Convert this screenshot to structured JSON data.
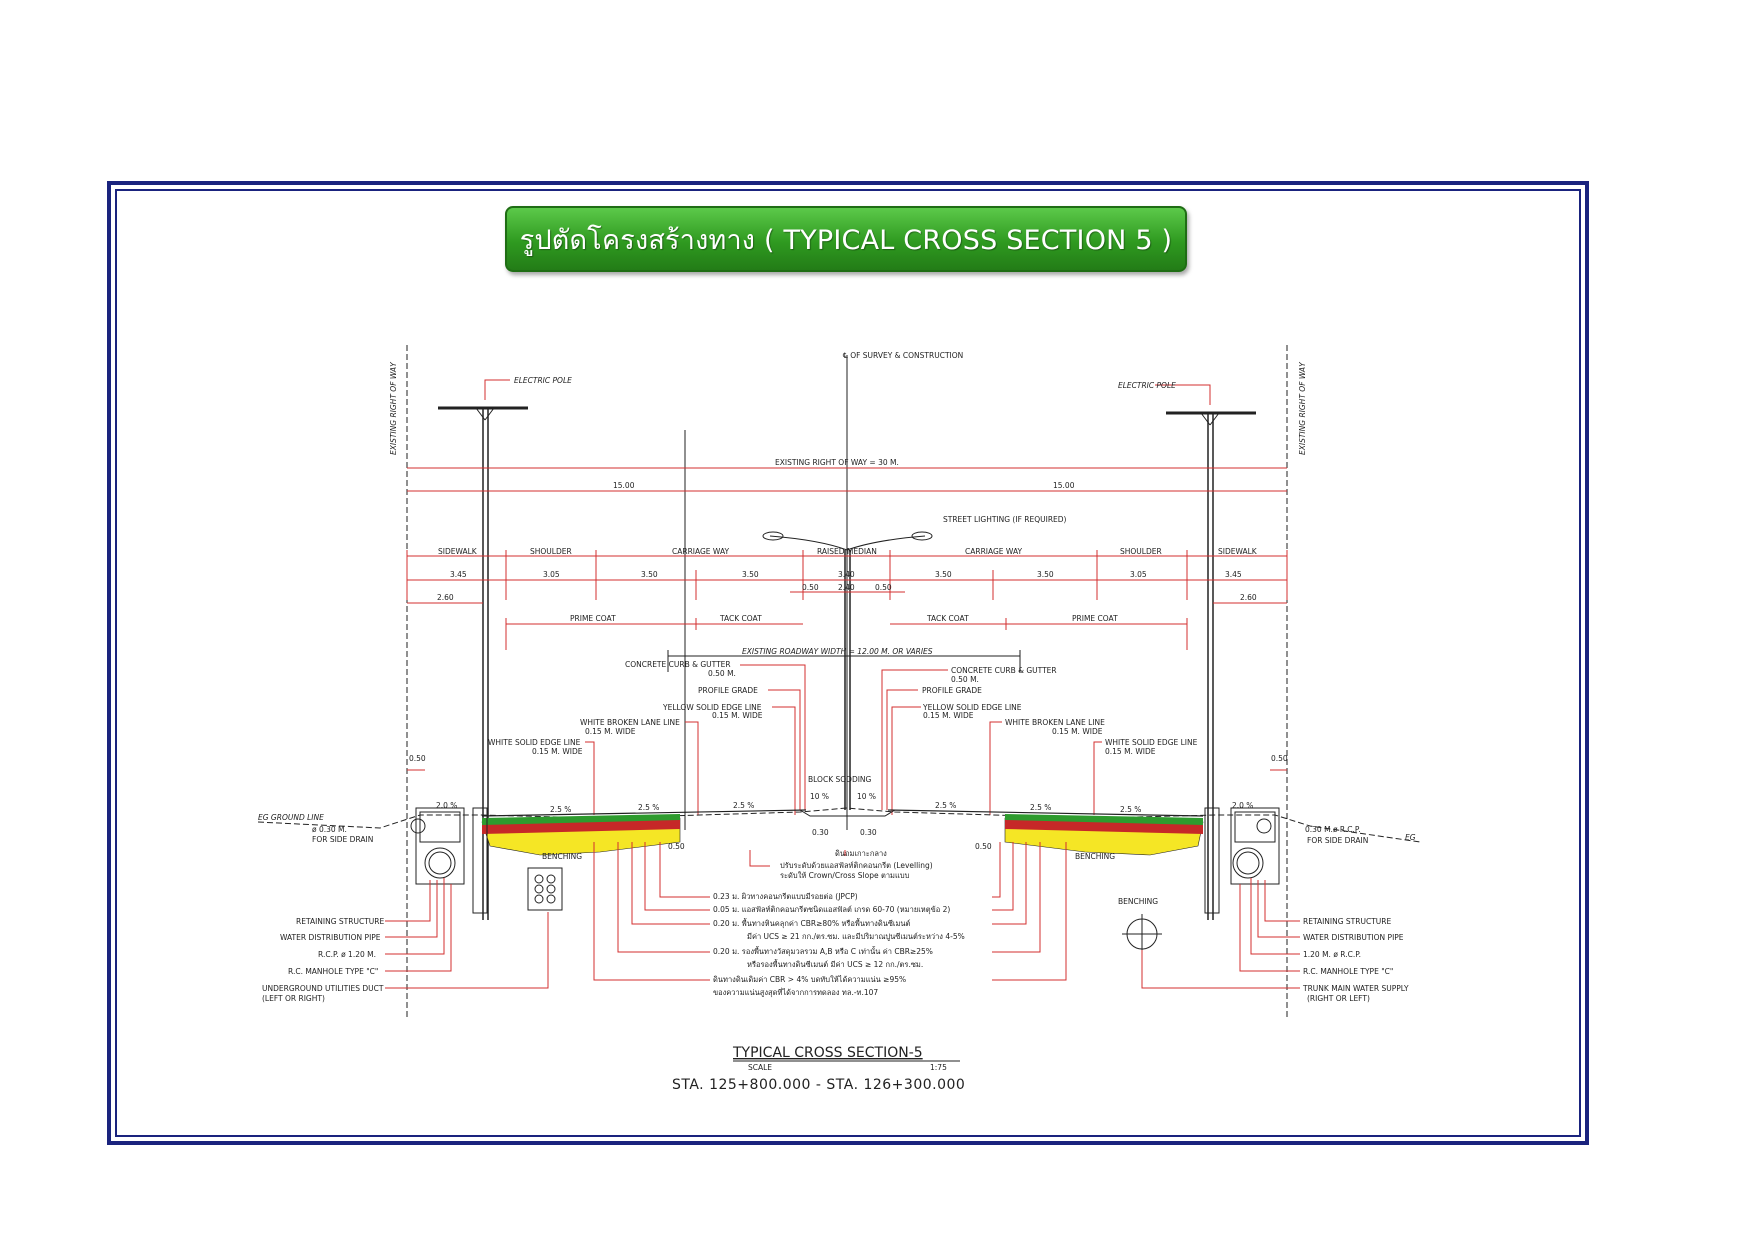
{
  "title": "รูปตัดโครงสร้างทาง ( TYPICAL CROSS SECTION 5 )",
  "colors": {
    "frame": "#1a237e",
    "banner": "#2f9a20",
    "dim_line": "#d32f2f",
    "asphalt_green": "#2e9b2e",
    "asphalt_red": "#c62828",
    "base_yellow": "#f5e625"
  },
  "drawing": {
    "centerline": "℄ OF SURVEY & CONSTRUCTION",
    "row_label": "EXISTING RIGHT OF WAY",
    "row_dim": "EXISTING RIGHT OF WAY = 30 M.",
    "half_left": "15.00",
    "half_right": "15.00",
    "electric_pole": "ELECTRIC POLE",
    "street_lighting": "STREET LIGHTING (IF REQUIRED)",
    "zones": [
      "SIDEWALK",
      "SHOULDER",
      "CARRIAGE WAY",
      "RAISED MEDIAN",
      "CARRIAGE WAY",
      "SHOULDER",
      "SIDEWALK"
    ],
    "widths": [
      "3.45",
      "3.05",
      "3.50",
      "3.50",
      "3.40",
      "3.50",
      "3.50",
      "3.05",
      "3.45"
    ],
    "sub_left": "2.60",
    "sub_right": "2.60",
    "median_sub": [
      "0.50",
      "2.40",
      "0.50"
    ],
    "prime_coat": "PRIME COAT",
    "tack_coat": "TACK COAT",
    "existing_roadway": "EXISTING ROADWAY WIDTH = 12.00 M. OR VARIES",
    "curb_left": [
      "CONCRETE CURB & GUTTER",
      "0.50 M."
    ],
    "curb_right": [
      "CONCRETE CURB & GUTTER",
      "0.50 M."
    ],
    "profile_grade": "PROFILE GRADE",
    "yellow_line": [
      "YELLOW SOLID EDGE LINE",
      "0.15 M. WIDE"
    ],
    "white_broken": [
      "WHITE BROKEN LANE LINE",
      "0.15 M. WIDE"
    ],
    "white_solid": [
      "WHITE SOLID EDGE LINE",
      "0.15 M. WIDE"
    ],
    "block_sodding": "BLOCK SODDING",
    "edge_offset": "0.50",
    "slopes_left": [
      "2.0 %",
      "2.5 %",
      "2.5 %",
      "2.5 %"
    ],
    "slopes_right": [
      "2.5 %",
      "2.5 %",
      "2.5 %",
      "2.0 %"
    ],
    "median_slopes": [
      "10 %",
      "10 %"
    ],
    "eg": "EG GROUND LINE",
    "eg_right": "EG",
    "rcp_left": [
      "ø 0.30 M.",
      "FOR SIDE DRAIN"
    ],
    "rcp_right": [
      "0.30 M.ø R.C.P.",
      "FOR SIDE DRAIN"
    ],
    "benching": "BENCHING",
    "median_dims": [
      "0.50",
      "0.30",
      "0.30",
      "0.50"
    ],
    "notes_thai": [
      "ดินถมเกาะกลาง",
      "ปรับระดับด้วยแอสฟัลท์ติกคอนกรีต (Levelling)",
      "ระดับให้ Crown/Cross Slope ตามแบบ",
      "0.23 ม. ผิวทางคอนกรีตแบบมีรอยต่อ (JPCP)",
      "0.05 ม. แอสฟัลท์ติกคอนกรีตชนิดแอสฟัลต์ เกรด 60-70 (หมายเหตุข้อ 2)",
      "0.20 ม. พื้นทางหินคลุกค่า CBR≥80% หรือพื้นทางดินซีเมนต์",
      "มีค่า UCS ≥ 21 กก./ตร.ซม. และมีปริมาณปูนซีเมนต์ระหว่าง 4-5%",
      "0.20 ม. รองพื้นทางวัสดุมวลรวม A,B หรือ C เท่านั้น ค่า CBR≥25%",
      "หรือรองพื้นทางดินซีเมนต์ มีค่า UCS ≥ 12 กก./ตร.ซม.",
      "ดินทางดินเดิมค่า CBR > 4% บดทับให้ได้ความแน่น ≥95%",
      "ของความแน่นสูงสุดที่ได้จากการทดลอง ทล.-ท.107"
    ],
    "left_labels": [
      "RETAINING STRUCTURE",
      "WATER DISTRIBUTION PIPE",
      "R.C.P. ø 1.20 M.",
      "R.C. MANHOLE TYPE \"C\"",
      "UNDERGROUND UTILITIES DUCT",
      "(LEFT OR RIGHT)"
    ],
    "right_labels": [
      "RETAINING STRUCTURE",
      "WATER DISTRIBUTION PIPE",
      "1.20 M. ø R.C.P.",
      "R.C. MANHOLE TYPE \"C\"",
      "TRUNK MAIN WATER SUPPLY",
      "(RIGHT OR LEFT)"
    ],
    "benching_right": "BENCHING",
    "section_title": "TYPICAL CROSS SECTION-5",
    "scale_label": "SCALE",
    "scale_value": "1:75",
    "station": "STA. 125+800.000 - STA. 126+300.000"
  }
}
